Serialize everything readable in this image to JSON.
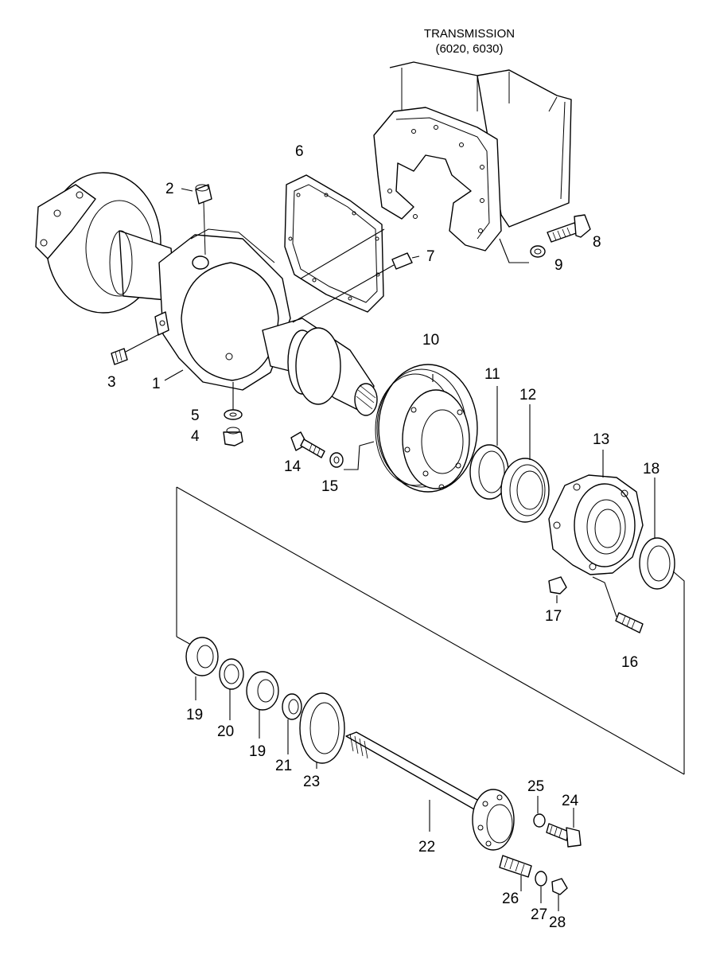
{
  "header": {
    "title_line1": "TRANSMISSION",
    "title_line2": "(6020, 6030)"
  },
  "callouts": [
    {
      "id": "c1",
      "label": "1"
    },
    {
      "id": "c2",
      "label": "2"
    },
    {
      "id": "c3",
      "label": "3"
    },
    {
      "id": "c4",
      "label": "4"
    },
    {
      "id": "c5",
      "label": "5"
    },
    {
      "id": "c6",
      "label": "6"
    },
    {
      "id": "c7",
      "label": "7"
    },
    {
      "id": "c8",
      "label": "8"
    },
    {
      "id": "c9",
      "label": "9"
    },
    {
      "id": "c10",
      "label": "10"
    },
    {
      "id": "c11",
      "label": "11"
    },
    {
      "id": "c12",
      "label": "12"
    },
    {
      "id": "c13",
      "label": "13"
    },
    {
      "id": "c14",
      "label": "14"
    },
    {
      "id": "c15",
      "label": "15"
    },
    {
      "id": "c16",
      "label": "16"
    },
    {
      "id": "c17",
      "label": "17"
    },
    {
      "id": "c18",
      "label": "18"
    },
    {
      "id": "c19a",
      "label": "19"
    },
    {
      "id": "c19b",
      "label": "19"
    },
    {
      "id": "c20",
      "label": "20"
    },
    {
      "id": "c21",
      "label": "21"
    },
    {
      "id": "c22",
      "label": "22"
    },
    {
      "id": "c23",
      "label": "23"
    },
    {
      "id": "c24",
      "label": "24"
    },
    {
      "id": "c25",
      "label": "25"
    },
    {
      "id": "c26",
      "label": "26"
    },
    {
      "id": "c27",
      "label": "27"
    },
    {
      "id": "c28",
      "label": "28"
    }
  ]
}
